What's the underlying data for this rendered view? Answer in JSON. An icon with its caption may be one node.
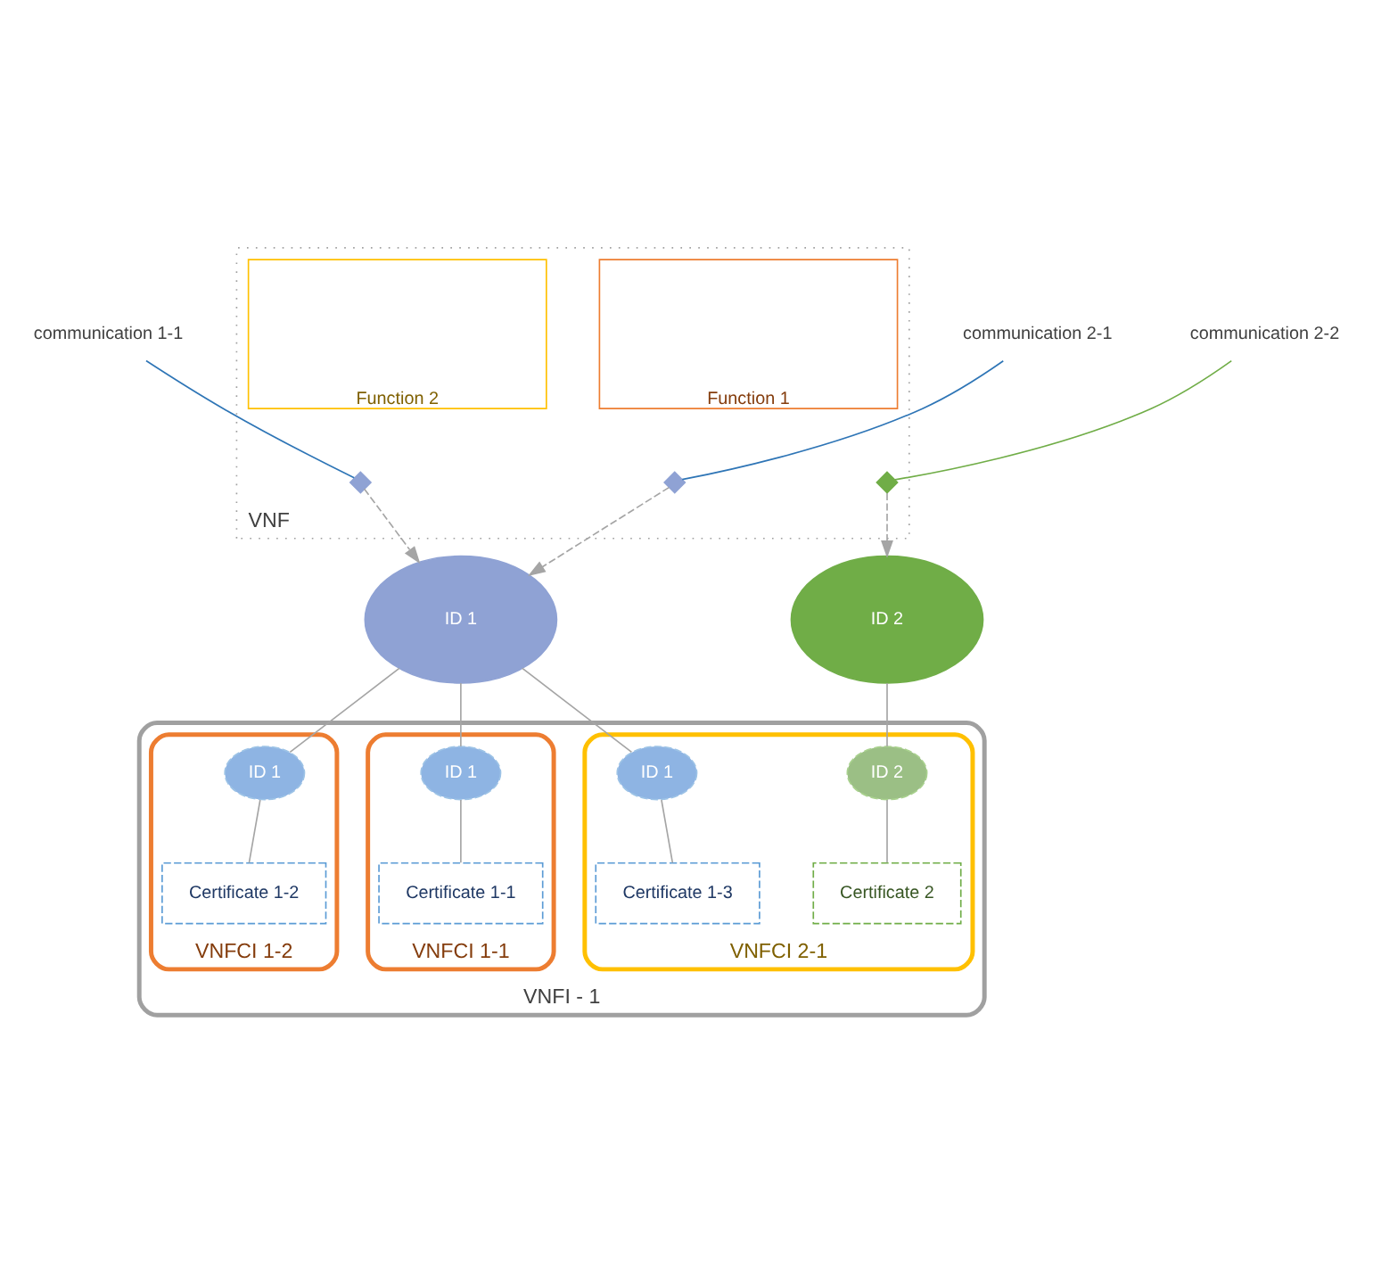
{
  "diagram": {
    "nodes": [
      {
        "text": [
          "communication 1-1"
        ]
      },
      {
        "text": [
          "communication 2-1"
        ]
      },
      {
        "text": [
          "communication 2-2"
        ]
      },
      {
        "text": [
          "VNF"
        ]
      },
      {
        "text": [
          "Function 1"
        ],
        "in": 3
      },
      {
        "text": [
          "Function 2"
        ],
        "in": 3
      },
      {
        "text": [],
        "shape": "diamond",
        "in": 3
      },
      {
        "text": [],
        "shape": "diamond",
        "in": 3
      },
      {
        "text": [],
        "shape": "diamond",
        "in": 3
      },
      {
        "text": [
          "ID 1"
        ]
      },
      {
        "text": [
          "ID 2"
        ]
      },
      {
        "text": [
          "VNFI - 1"
        ]
      },
      {
        "text": [
          "VNFCI 1-1"
        ],
        "in": 11
      },
      {
        "text": [
          "VNFCI 1-2"
        ],
        "in": 11
      },
      {
        "text": [
          "VNFCI 2-1"
        ],
        "in": 11
      },
      {
        "text": [
          "ID 1"
        ],
        "in": 12
      },
      {
        "text": [
          "Certificate 1-1"
        ],
        "in": 12
      },
      {
        "text": [
          "ID 1"
        ],
        "in": 13
      },
      {
        "text": [
          "Certificate 1-2"
        ],
        "in": 13
      },
      {
        "text": [
          "ID 1"
        ],
        "in": 14
      },
      {
        "text": [
          "ID 2"
        ],
        "in": 14
      },
      {
        "text": [
          "Certificate 1-3"
        ],
        "in": 14
      },
      {
        "text": [
          "Certificate 2"
        ],
        "in": 14
      }
    ],
    "edges": [
      {
        "from": 0,
        "to": 6,
        "arrow": "none",
        "color": "#2e75b6"
      },
      {
        "from": 1,
        "to": 7,
        "arrow": "none",
        "color": "#2e75b6"
      },
      {
        "from": 2,
        "to": 8,
        "arrow": "none",
        "color": "#70ad47"
      },
      {
        "from": 6,
        "to": 9,
        "arrow": "to",
        "style": "dashed"
      },
      {
        "from": 7,
        "to": 9,
        "arrow": "to",
        "style": "dashed"
      },
      {
        "from": 8,
        "to": 10,
        "arrow": "to",
        "style": "dashed"
      },
      {
        "from": 9,
        "to": 15,
        "arrow": "none"
      },
      {
        "from": 9,
        "to": 17,
        "arrow": "none"
      },
      {
        "from": 9,
        "to": 19,
        "arrow": "none"
      },
      {
        "from": 10,
        "to": 20,
        "arrow": "none"
      },
      {
        "from": 15,
        "to": 16,
        "arrow": "none"
      },
      {
        "from": 17,
        "to": 18,
        "arrow": "none"
      },
      {
        "from": 19,
        "to": 21,
        "arrow": "none"
      },
      {
        "from": 20,
        "to": 22,
        "arrow": "none"
      }
    ]
  }
}
